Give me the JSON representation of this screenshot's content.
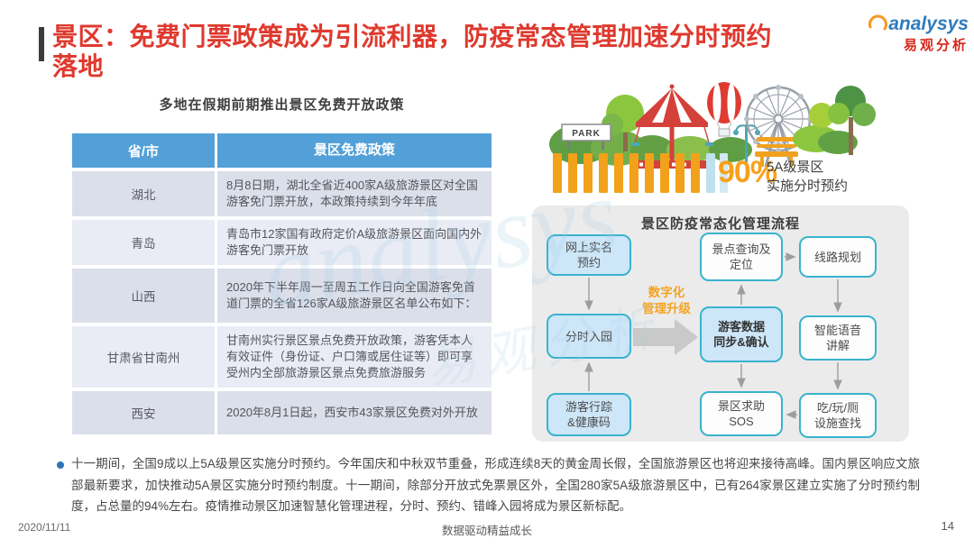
{
  "slide": {
    "title_lines": [
      "景区：免费门票政策成为引流利器，防疫常态管理加速分时预约",
      "落地"
    ],
    "footer": {
      "date": "2020/11/11",
      "slogan": "数据驱动精益成长",
      "page_number": "14"
    }
  },
  "logo": {
    "brand": "analysys",
    "brand_cn": "易观分析"
  },
  "watermark": {
    "text": "analysys",
    "text_cn": "易观分析"
  },
  "policy_table": {
    "title": "多地在假期前期推出景区免费开放政策",
    "headers": [
      "省/市",
      "景区免费政策"
    ],
    "rows": [
      {
        "region": "湖北",
        "policy": "8月8日期，湖北全省近400家A级旅游景区对全国游客免门票开放，本政策持续到今年年底"
      },
      {
        "region": "青岛",
        "policy": "青岛市12家国有政府定价A级旅游景区面向国内外游客免门票开放"
      },
      {
        "region": "山西",
        "policy": "2020年下半年周一至周五工作日向全国游客免首道门票的全省126家A级旅游景区名单公布如下："
      },
      {
        "region": "甘肃省甘南州",
        "policy": "甘南州实行景区景点免费开放政策，游客凭本人有效证件（身份证、户口簿或居住证等）即可享受州内全部旅游景区景点免费旅游服务"
      },
      {
        "region": "西安",
        "policy": "2020年8月1日起，西安市43家景区免费对外开放"
      }
    ]
  },
  "illustration": {
    "park_sign": "PARK"
  },
  "stat": {
    "value": "90%",
    "label": "5A级景区\n实施分时预约"
  },
  "flowchart": {
    "title": "景区防疫常态化管理流程",
    "upgrade_label": "数字化\n管理升级",
    "nodes": {
      "online_booking": "网上实名\n预约",
      "timed_entry": "分时入园",
      "visitor_tracking": "游客行踪\n&健康码",
      "poi_query": "景点查询及\n定位",
      "data_sync": "游客数据\n同步&确认",
      "sos": "景区求助\nSOS",
      "route_planning": "线路规划",
      "voice_guide": "智能语音\n讲解",
      "facility_search": "吃/玩/厕\n设施查找"
    }
  },
  "summary": {
    "text": "十一期间，全国9成以上5A级景区实施分时预约。今年国庆和中秋双节重叠，形成连续8天的黄金周长假，全国旅游景区也将迎来接待高峰。国内景区响应文旅部最新要求，加快推动5A景区实施分时预约制度。十一期间，除部分开放式免票景区外，全国280家5A级旅游景区中，已有264家景区建立实施了分时预约制度，占总量的94%左右。疫情推动景区加速智慧化管理进程，分时、预约、错峰入园将成为景区新标配。"
  },
  "colors": {
    "title_red": "#df392e",
    "header_blue": "#53a0d8",
    "row_dark": "#dbdfea",
    "row_light": "#e9ecf4",
    "node_border": "#39b3cd",
    "node_blue_fill": "#cde6f8",
    "panel_gray": "#ebebeb",
    "accent_orange": "#f5a31f",
    "stat_orange": "#f7a11a",
    "bullet_blue": "#2e75b6"
  }
}
